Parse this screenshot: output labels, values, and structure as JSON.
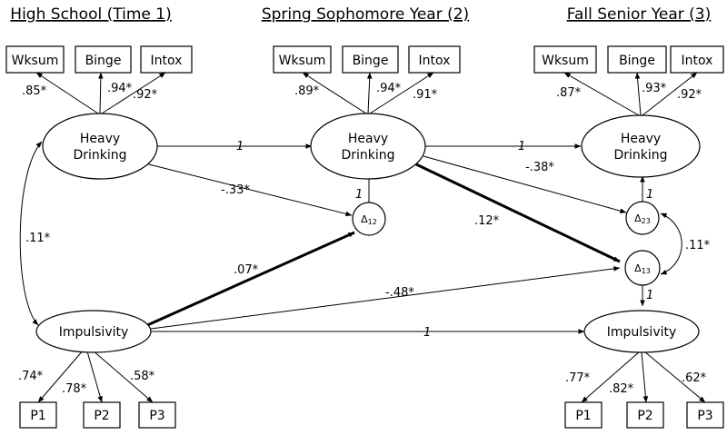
{
  "headers": {
    "time1": "High School (Time 1)",
    "time2": "Spring Sophomore Year (2)",
    "time3": "Fall Senior Year (3)"
  },
  "indicators": {
    "wksum": "Wksum",
    "binge": "Binge",
    "intox": "Intox",
    "p1": "P1",
    "p2": "P2",
    "p3": "P3"
  },
  "latents": {
    "heavy_line1": "Heavy",
    "heavy_line2": "Drinking",
    "impulsivity": "Impulsivity",
    "delta_symbol": "Δ",
    "delta12_sub": "12",
    "delta23_sub": "23",
    "delta13_sub": "13"
  },
  "loadings": {
    "hd1": [
      ".85*",
      ".94*",
      ".92*"
    ],
    "hd2": [
      ".89*",
      ".94*",
      ".91*"
    ],
    "hd3": [
      ".87*",
      ".93*",
      ".92*"
    ],
    "imp1": [
      ".74*",
      ".78*",
      ".58*"
    ],
    "imp3": [
      ".77*",
      ".82*",
      ".62*"
    ]
  },
  "paths": {
    "hd1_hd2": "1",
    "hd2_hd3": "1",
    "imp1_imp3": "1",
    "d12_hd2": "1",
    "d23_hd3": "1",
    "d13_imp3": "1",
    "hd1_d12": "-.33*",
    "hd2_d23": "-.38*",
    "hd2_d13": ".12*",
    "imp1_d12": ".07*",
    "imp1_d13": "-.48*",
    "cov_hd1_imp1": ".11*",
    "cov_d23_d13": ".11*"
  }
}
